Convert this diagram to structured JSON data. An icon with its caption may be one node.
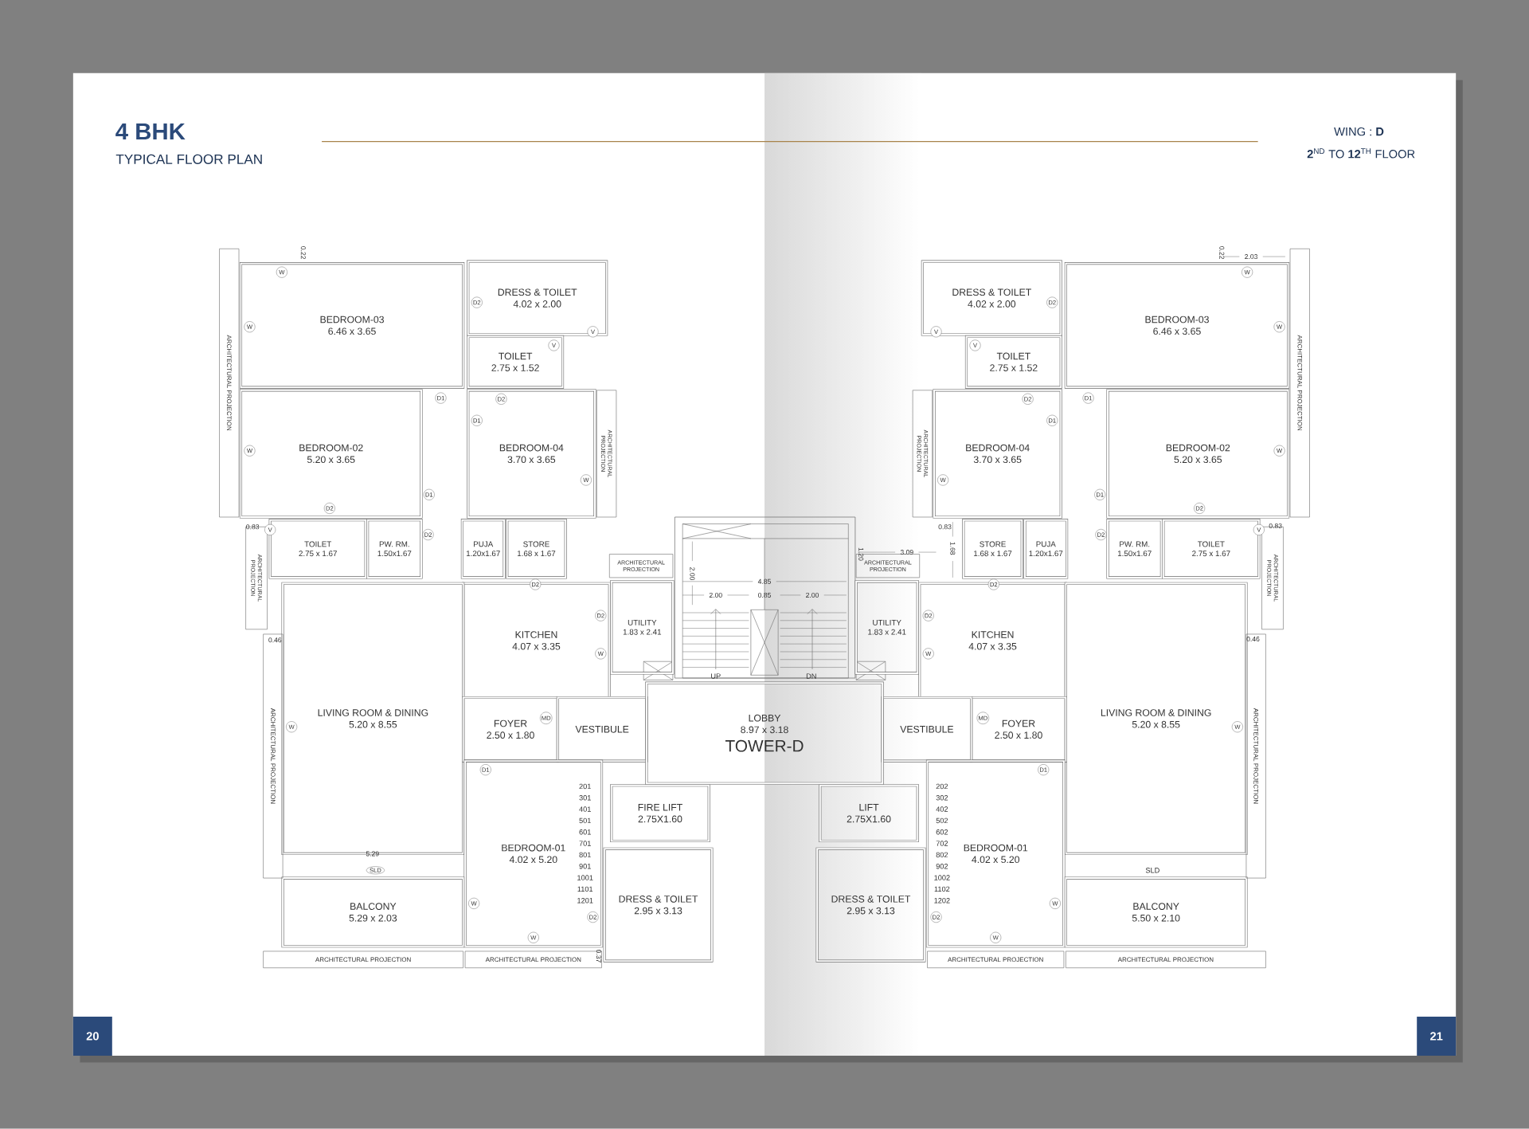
{
  "diagram": {
    "title": "4 BHK",
    "nodes": [
      {
        "text": [
          "BEDROOM-03",
          "6.46 x 3.65"
        ]
      },
      {
        "text": [
          "DRESS & TOILET",
          "4.02 x 2.00"
        ]
      },
      {
        "text": [
          "TOILET",
          "2.75 x 1.52"
        ]
      },
      {
        "text": [
          "BEDROOM-02",
          "5.20 x 3.65"
        ]
      },
      {
        "text": [
          "BEDROOM-04",
          "3.70 x 3.65"
        ]
      },
      {
        "text": [
          "TOILET",
          "2.75 x 1.67"
        ]
      },
      {
        "text": [
          "PW. RM.",
          "1.50x1.67"
        ]
      },
      {
        "text": [
          "PUJA",
          "1.20x1.67"
        ]
      },
      {
        "text": [
          "STORE",
          "1.68 x 1.67"
        ]
      },
      {
        "text": [
          "KITCHEN",
          "4.07 x 3.35"
        ]
      },
      {
        "text": [
          "UTILITY",
          "1.83 x 2.41"
        ]
      },
      {
        "text": [
          "LIVING ROOM & DINING",
          "5.20 x 8.55"
        ]
      },
      {
        "text": [
          "FOYER",
          "2.50 x 1.80"
        ]
      },
      {
        "text": [
          "VESTIBULE"
        ]
      },
      {
        "text": [
          "BEDROOM-01",
          "4.02 x 5.20"
        ]
      },
      {
        "text": [
          "FIRE LIFT",
          "2.75X1.60"
        ]
      },
      {
        "text": [
          "DRESS & TOILET",
          "2.95 x 3.13"
        ]
      },
      {
        "text": [
          "BALCONY",
          "5.29 x 2.03"
        ]
      },
      {
        "text": [
          "ARCHITECTURAL PROJECTION"
        ]
      },
      {
        "text": [
          "ARCHITECTURAL PROJECTION"
        ]
      },
      {
        "text": [
          "ARCHITECTURAL PROJECTION"
        ]
      },
      {
        "text": [
          "ARCHITECTURAL PROJECTION"
        ]
      },
      {
        "text": [
          "ARCHITECTURAL PROJECTION"
        ]
      },
      {
        "text": [
          "ARCHITECTURAL PROJECTION"
        ]
      },
      {
        "text": [
          "ARCHITECTURAL PROJECTION"
        ]
      },
      {
        "text": [
          "BEDROOM-03",
          "6.46 x 3.65"
        ]
      },
      {
        "text": [
          "DRESS & TOILET",
          "4.02 x 2.00"
        ]
      },
      {
        "text": [
          "TOILET",
          "2.75 x 1.52"
        ]
      },
      {
        "text": [
          "BEDROOM-02",
          "5.20 x 3.65"
        ]
      },
      {
        "text": [
          "BEDROOM-04",
          "3.70 x 3.65"
        ]
      },
      {
        "text": [
          "TOILET",
          "2.75 x 1.67"
        ]
      },
      {
        "text": [
          "PW. RM.",
          "1.50x1.67"
        ]
      },
      {
        "text": [
          "PUJA",
          "1.20x1.67"
        ]
      },
      {
        "text": [
          "STORE",
          "1.68 x 1.67"
        ]
      },
      {
        "text": [
          "KITCHEN",
          "4.07 x 3.35"
        ]
      },
      {
        "text": [
          "UTILITY",
          "1.83 x 2.41"
        ]
      },
      {
        "text": [
          "LIVING ROOM & DINING",
          "5.20 x 8.55"
        ]
      },
      {
        "text": [
          "FOYER",
          "2.50 x 1.80"
        ]
      },
      {
        "text": [
          "VESTIBULE"
        ]
      },
      {
        "text": [
          "BEDROOM-01",
          "4.02 x 5.20"
        ]
      },
      {
        "text": [
          "LIFT",
          "2.75X1.60"
        ]
      },
      {
        "text": [
          "DRESS & TOILET",
          "2.95 x 3.13"
        ]
      },
      {
        "text": [
          "BALCONY",
          "5.50 x 2.10"
        ]
      },
      {
        "text": [
          "ARCHITECTURAL PROJECTION"
        ]
      },
      {
        "text": [
          "ARCHITECTURAL PROJECTION"
        ]
      },
      {
        "text": [
          "ARCHITECTURAL PROJECTION"
        ]
      },
      {
        "text": [
          "ARCHITECTURAL PROJECTION"
        ]
      },
      {
        "text": [
          "ARCHITECTURAL PROJECTION"
        ]
      },
      {
        "text": [
          "ARCHITECTURAL PROJECTION"
        ]
      },
      {
        "text": [
          "ARCHITECTURAL PROJECTION"
        ]
      },
      {
        "text": [
          "LOBBY",
          "8.97 x 3.18",
          "TOWER-D"
        ]
      },
      {
        "text": [
          "20"
        ]
      },
      {
        "text": [
          "21"
        ]
      },
      {
        "text": [
          "W"
        ],
        "in": 0
      },
      {
        "text": [
          "W"
        ],
        "in": 0
      },
      {
        "text": [
          "W"
        ],
        "in": 3
      },
      {
        "text": [
          "D2"
        ],
        "in": 1
      },
      {
        "text": [
          "V"
        ]
      },
      {
        "text": [
          "V"
        ],
        "in": 2
      },
      {
        "text": [
          "D1"
        ]
      },
      {
        "text": [
          "D2"
        ],
        "in": 4
      },
      {
        "text": [
          "D1"
        ],
        "in": 4
      },
      {
        "text": [
          "W"
        ],
        "in": 4
      },
      {
        "text": [
          "D1"
        ]
      },
      {
        "text": [
          "D2"
        ],
        "in": 3
      },
      {
        "text": [
          "V"
        ]
      },
      {
        "text": [
          "D2"
        ]
      },
      {
        "text": [
          "D2"
        ]
      },
      {
        "text": [
          "D2"
        ],
        "in": 9
      },
      {
        "text": [
          "W"
        ],
        "in": 9
      },
      {
        "text": [
          "MD"
        ],
        "in": 12
      },
      {
        "text": [
          "W"
        ],
        "in": 11
      },
      {
        "text": [
          "D1"
        ],
        "in": 14
      },
      {
        "text": [
          "SLD"
        ]
      },
      {
        "text": [
          "W"
        ],
        "in": 14
      },
      {
        "text": [
          "D2"
        ],
        "in": 14
      },
      {
        "text": [
          "W"
        ],
        "in": 14
      },
      {
        "text": [
          "W"
        ],
        "in": 25
      },
      {
        "text": [
          "W"
        ],
        "in": 25
      },
      {
        "text": [
          "W"
        ],
        "in": 28
      },
      {
        "text": [
          "D2"
        ],
        "in": 26
      },
      {
        "text": [
          "V"
        ]
      },
      {
        "text": [
          "V"
        ],
        "in": 27
      },
      {
        "text": [
          "D1"
        ]
      },
      {
        "text": [
          "D2"
        ],
        "in": 29
      },
      {
        "text": [
          "D1"
        ],
        "in": 29
      },
      {
        "text": [
          "W"
        ],
        "in": 29
      },
      {
        "text": [
          "D1"
        ]
      },
      {
        "text": [
          "D2"
        ],
        "in": 28
      },
      {
        "text": [
          "V"
        ]
      },
      {
        "text": [
          "D2"
        ]
      },
      {
        "text": [
          "D2"
        ]
      },
      {
        "text": [
          "D2"
        ],
        "in": 34
      },
      {
        "text": [
          "W"
        ],
        "in": 34
      },
      {
        "text": [
          "MD"
        ],
        "in": 37
      },
      {
        "text": [
          "W"
        ],
        "in": 36
      },
      {
        "text": [
          "D1"
        ],
        "in": 39
      },
      {
        "text": [
          "W"
        ],
        "in": 39
      },
      {
        "text": [
          "D2"
        ],
        "in": 39
      },
      {
        "text": [
          "W"
        ],
        "in": 39
      }
    ],
    "labels": [
      "TYPICAL FLOOR PLAN",
      "WING : **D**",
      "**2**$^{ND}$ TO **12**$^{TH}$ FLOOR",
      "201",
      "301",
      "401",
      "501",
      "601",
      "701",
      "801",
      "901",
      "1001",
      "1101",
      "1201",
      "202",
      "302",
      "402",
      "502",
      "602",
      "702",
      "802",
      "902",
      "1002",
      "1102",
      "1202",
      "SLD",
      "0.22",
      "0.83",
      "0.46",
      "5.29",
      "0.37",
      "2.00",
      "4.85",
      "2.00",
      "0.85",
      "2.00",
      "1.20",
      "3.09",
      "1.68",
      "0.83",
      "2.03",
      "0.22",
      "0.83",
      "0.46",
      "UP",
      "DN"
    ]
  }
}
